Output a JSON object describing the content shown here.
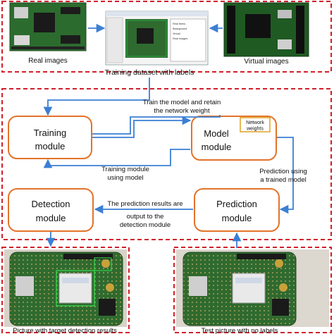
{
  "top_section": {
    "real_images_label": "Real images",
    "virtual_images_label": "Virtual images",
    "dataset_label": "Training dataset with labels",
    "labeling_window": {
      "file_list": [
        "Real Items",
        "Background",
        "Virtual",
        "Real Images"
      ]
    }
  },
  "middle_section": {
    "training_module": {
      "line1": "Training",
      "line2": "module"
    },
    "model_module": {
      "line1": "Model",
      "line2": "module"
    },
    "network_weights_badge": {
      "line1": "Network",
      "line2": "weights"
    },
    "detection_module": {
      "line1": "Detection",
      "line2": "module"
    },
    "prediction_module": {
      "line1": "Prediction",
      "line2": "module"
    },
    "edge_train": {
      "line1": "Train the model and retain",
      "line2": "the network weight"
    },
    "edge_training_using_model": {
      "line1": "Training module",
      "line2": "using model"
    },
    "edge_prediction_using": {
      "line1": "Prediction using",
      "line2": "a trained model"
    },
    "edge_results_output": {
      "line1": "The prediction results are",
      "line2": "output to the",
      "line3": "detection module"
    }
  },
  "bottom_section": {
    "left_caption": "Picture with target detection results",
    "right_caption": "Test picture with no labels"
  },
  "colors": {
    "dashed_border": "#d0202a",
    "module_border": "#e2732a",
    "arrow": "#3b7fd4",
    "badge_border": "#e0a020",
    "pcb_green": "#2f6a2f"
  }
}
